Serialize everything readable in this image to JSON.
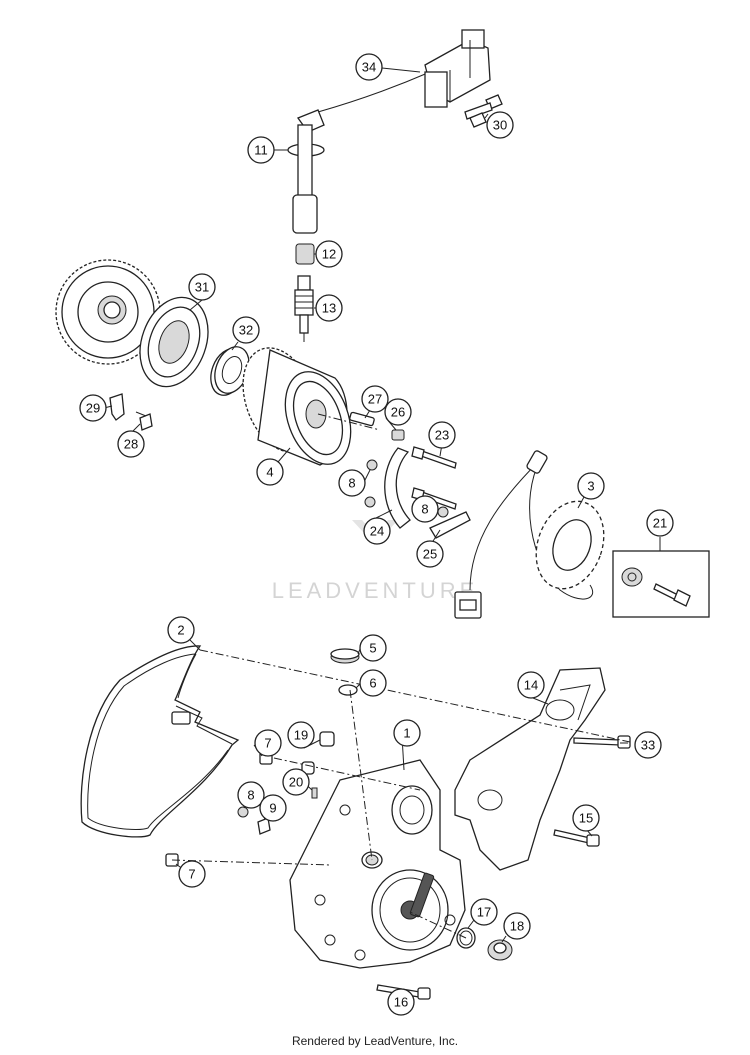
{
  "callouts": {
    "c1": "1",
    "c2": "2",
    "c3": "3",
    "c4": "4",
    "c5": "5",
    "c6": "6",
    "c7a": "7",
    "c7b": "7",
    "c8a": "8",
    "c8b": "8",
    "c8c": "8",
    "c9": "9",
    "c11": "11",
    "c12": "12",
    "c13": "13",
    "c14": "14",
    "c15": "15",
    "c16": "16",
    "c17": "17",
    "c18": "18",
    "c19": "19",
    "c20": "20",
    "c21": "21",
    "c23": "23",
    "c24": "24",
    "c25": "25",
    "c26": "26",
    "c27": "27",
    "c28": "28",
    "c29": "29",
    "c30": "30",
    "c31": "31",
    "c32": "32",
    "c33": "33",
    "c34": "34"
  },
  "watermark": "LEADVENTURE",
  "footer": "Rendered by LeadVenture, Inc."
}
